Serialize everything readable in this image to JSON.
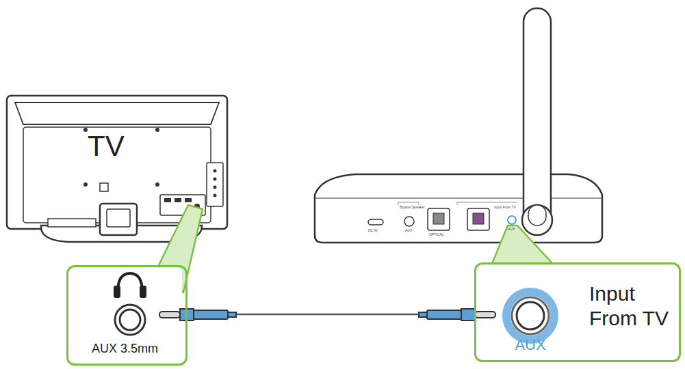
{
  "diagram": {
    "nodes": [
      {
        "text": [
          "AUX 3.5mm"
        ]
      },
      {
        "text": [
          "AUX",
          "Input From TV"
        ]
      }
    ],
    "edges": [
      {
        "from": 0,
        "to": 1,
        "arrow": "none"
      }
    ],
    "labels": [
      "TV",
      "DC IN",
      "Bypass Speaker",
      "AUX",
      "OPTICAL",
      "Input From TV",
      "AUX"
    ]
  }
}
